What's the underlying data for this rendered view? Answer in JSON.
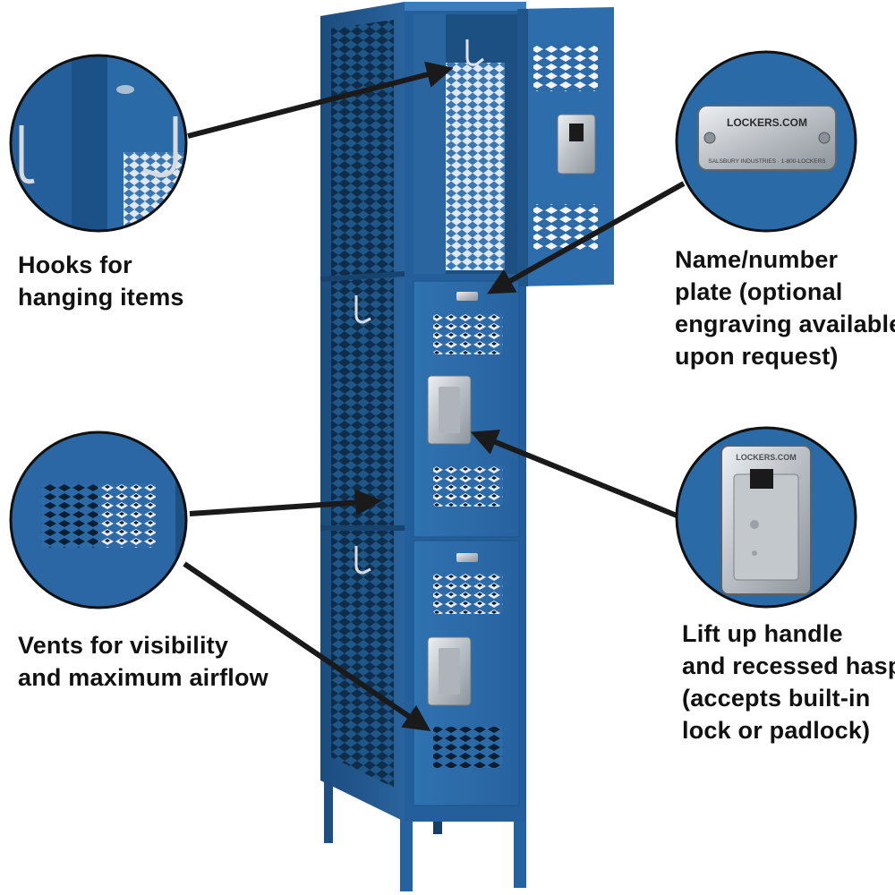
{
  "colors": {
    "locker_blue": "#2a6aa6",
    "locker_dark": "#1a4f82",
    "background": "#ffffff",
    "caption_text": "#111111",
    "metal": "#c8ccd0"
  },
  "callouts": {
    "hooks": {
      "lines": [
        "Hooks for",
        "hanging items"
      ]
    },
    "plate": {
      "lines": [
        "Name/number",
        "plate (optional",
        "engraving available",
        "upon request)"
      ]
    },
    "vents": {
      "lines": [
        "Vents for visibility",
        "and maximum airflow"
      ]
    },
    "handle": {
      "lines": [
        "Lift up handle",
        "and recessed hasp",
        "(accepts built-in",
        "lock or padlock)"
      ]
    }
  },
  "plate_detail": {
    "brand": "LOCKERS.COM",
    "subtext": "SALSBURY INDUSTRIES · 1-800-LOCKERS"
  },
  "handle_detail": {
    "brand": "LOCKERS.COM"
  },
  "icons": [
    "hook-icon",
    "vent-icon",
    "name-plate-icon",
    "handle-icon",
    "arrow-icon"
  ]
}
